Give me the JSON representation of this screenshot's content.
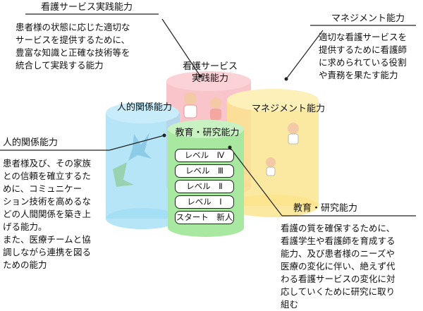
{
  "nursing_practice": {
    "heading": "看護サービス実践能力",
    "description": "患者様の状態に応じた適切な\nサービスを提供するために、\n豊富な知識と正確な技術等を\n統合して実践する能力",
    "cylinder_label": "看護サービス\n実践能力",
    "color": "#f7b7be"
  },
  "management": {
    "heading": "マネジメント能力",
    "description": "適切な看護サービスを\n提供するために看護師\nに求められている役割\nや責務を果たす能力",
    "cylinder_label": "マネジメント能力",
    "color": "#fbe38a"
  },
  "interpersonal": {
    "heading": "人的関係能力",
    "description": "患者様及び、その家族\nとの信頼を確立するた\nめに、コミュニケー\nション技術を高めるな\nどの人間関係を築き上\nげる能力。\nまた、医療チームと協\n調しながら連携を図る\nための能力",
    "cylinder_label": "人的関係能力",
    "color": "#9fdcf5"
  },
  "education_research": {
    "heading": "教育・研究能力",
    "description": "看護の質を確保するために、\n看護学生や看護師を育成する\n能力、及び患者様のニーズや\n医療の変化に伴い、絶えず代\nわる看護サービスの変化に対\n応していくために研究に取り\n組む",
    "cylinder_label": "教育・研究能力",
    "color": "#a9e8a1"
  },
  "levels": [
    "レベル　Ⅳ",
    "レベル　Ⅲ",
    "レベル　Ⅱ",
    "レベル　Ⅰ",
    "スタート　新人"
  ]
}
